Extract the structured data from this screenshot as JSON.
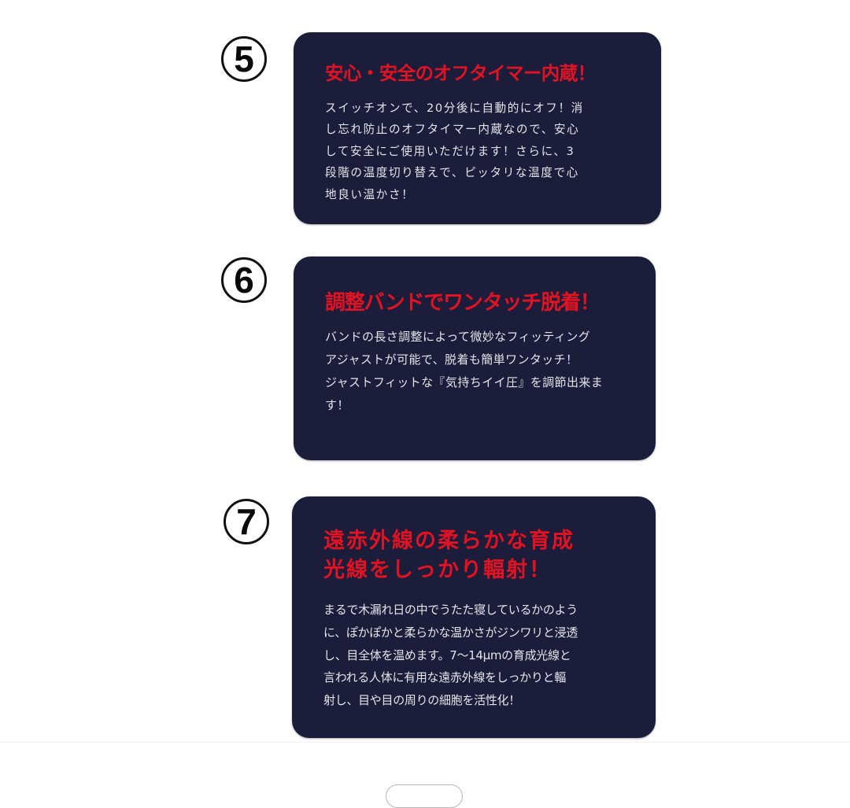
{
  "features": [
    {
      "number": "5",
      "title_lines": [
        "安心・安全のオフタイマー内蔵！"
      ],
      "body_lines": [
        "スイッチオンで、20分後に自動的にオフ！消",
        "し忘れ防止のオフタイマー内蔵なので、安心",
        "して安全にご使用いただけます！さらに、3",
        "段階の温度切り替えで、ピッタリな温度で心",
        "地良い温かさ！"
      ]
    },
    {
      "number": "6",
      "title_lines": [
        "調整バンドでワンタッチ脱着！"
      ],
      "body_lines": [
        "バンドの長さ調整によって微妙なフィッティング",
        "アジャストが可能で、脱着も簡単ワンタッチ！",
        "ジャストフィットな『気持ちイイ圧』を調節出来ま",
        "す！"
      ]
    },
    {
      "number": "7",
      "title_lines": [
        "遠赤外線の柔らかな育成",
        "光線をしっかり輻射！"
      ],
      "body_lines": [
        "まるで木漏れ日の中でうたた寝しているかのよう",
        "に、ぽかぽかと柔らかな温かさがジンワリと浸透",
        "し、目全体を温めます。7〜14μmの育成光線と",
        "言われる人体に有用な遠赤外線をしっかりと輻",
        "射し、目や目の周りの細胞を活性化！"
      ]
    }
  ],
  "colors": {
    "card_background": "#1c1d3b",
    "title_red": "#e11222",
    "body_text": "#e4e4ea",
    "page_background": "#ffffff"
  }
}
